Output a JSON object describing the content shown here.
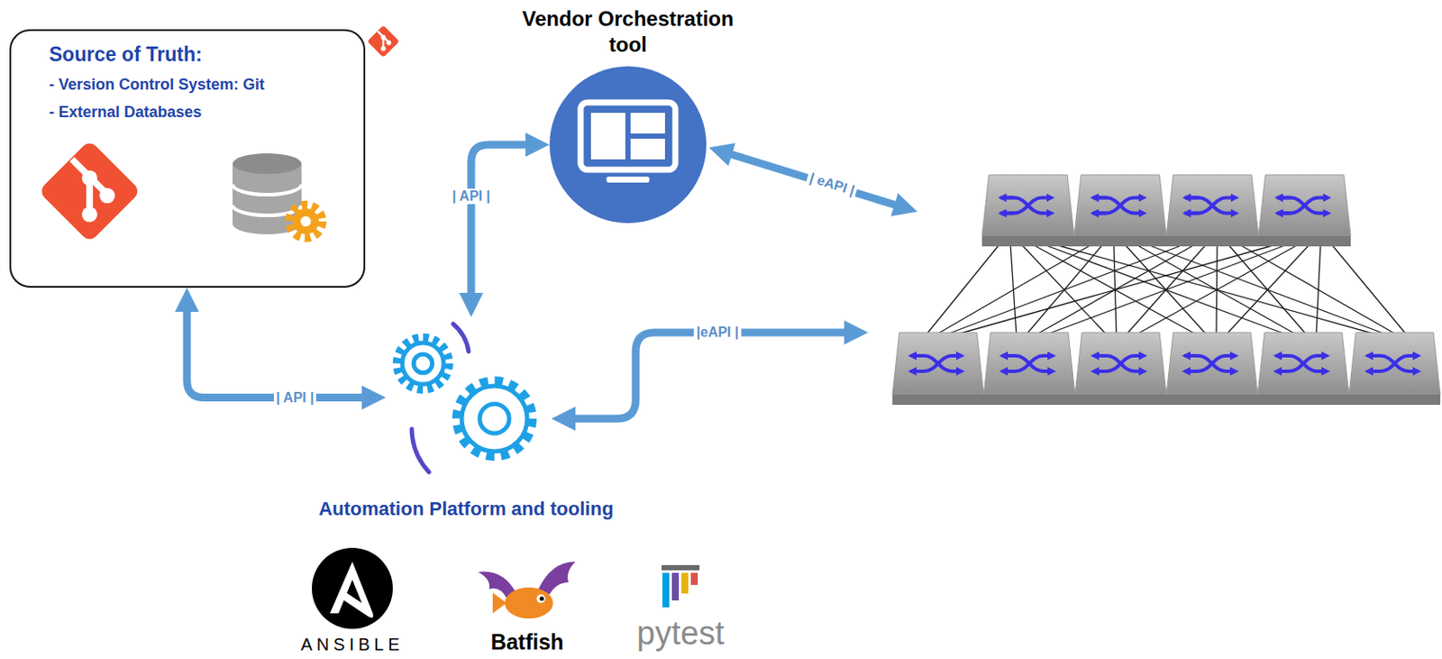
{
  "diagram": {
    "nodes": [
      {
        "text": [
          "Source of Truth:",
          "- Version Control System: Git",
          "- External Databases"
        ]
      },
      {
        "text": [
          "Vendor Orchestration tool"
        ]
      },
      {
        "text": [
          "Automation Platform and tooling"
        ]
      }
    ],
    "edges": [
      {
        "from": 0,
        "to": 2,
        "label": "| API |",
        "arrow": "both"
      },
      {
        "from": 2,
        "to": 1,
        "label": "| API |",
        "arrow": "both"
      }
    ],
    "labels": [
      "| eAPI |",
      "|eAPI |",
      "ANSIBLE",
      "Batfish",
      "pytest"
    ]
  }
}
